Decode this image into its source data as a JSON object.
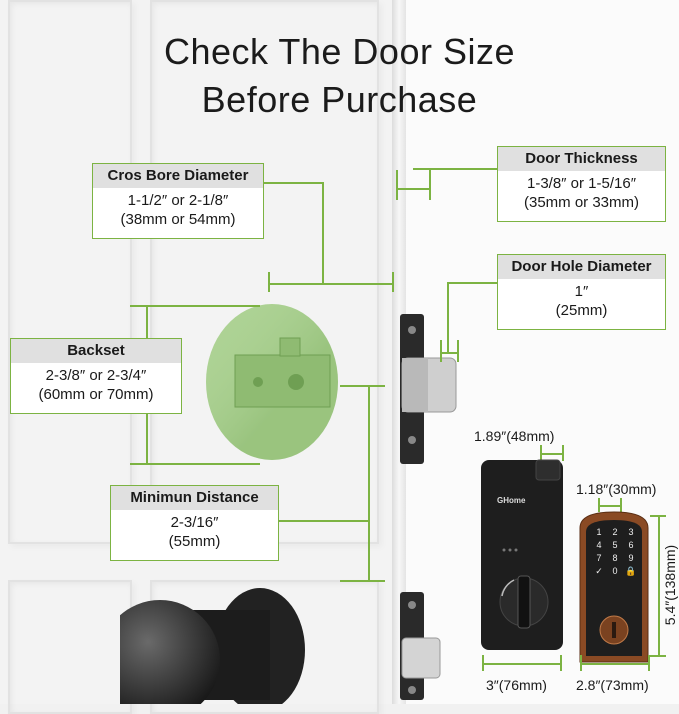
{
  "title": {
    "line1": "Check The Door Size",
    "line2": "Before Purchase"
  },
  "cross_bore": {
    "label": "Cros Bore Diameter",
    "imperial": "1-1/2″ or 2-1/8″",
    "metric": "(38mm or 54mm)"
  },
  "door_thickness": {
    "label": "Door Thickness",
    "imperial": "1-3/8″ or  1-5/16″",
    "metric": "(35mm or 33mm)"
  },
  "door_hole_diameter": {
    "label": "Door Hole Diameter",
    "imperial": "1″",
    "metric": "(25mm)"
  },
  "backset": {
    "label": "Backset",
    "imperial": "2-3/8″ or 2-3/4″",
    "metric": "(60mm or 70mm)"
  },
  "minimum_distance": {
    "label": "Minimun Distance",
    "imperial": "2-3/16″",
    "metric": "(55mm)"
  },
  "lock_dimensions": {
    "interior_width": "1.89″(48mm)",
    "interior_total_width": "3″(76mm)",
    "exterior_width": "1.18″(30mm)",
    "exterior_height": "5.4″(138mm)",
    "exterior_total_width": "2.8″(73mm)"
  },
  "brand": "GHome",
  "keypad_keys": [
    "1",
    "2",
    "3",
    "4",
    "5",
    "6",
    "7",
    "8",
    "9",
    "✓",
    "0",
    "🔒"
  ],
  "colors": {
    "accent_green": "#7cb342",
    "bore_fill": "#a8d08d",
    "lock_black": "#1e1e1e",
    "bronze": "#8a4a24"
  }
}
